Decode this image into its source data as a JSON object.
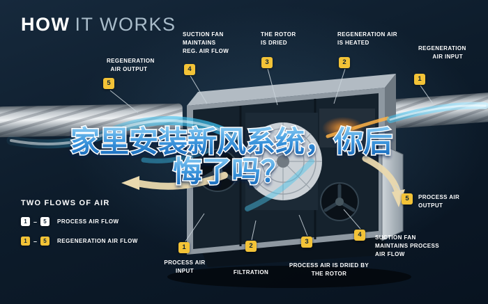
{
  "header": {
    "title_primary": "HOW",
    "title_secondary": "IT WORKS"
  },
  "overlay": {
    "line1": "家里安装新风系统，你后",
    "line2": "悔了吗？"
  },
  "flows": {
    "regeneration": {
      "name": "REGENERATION AIR FLOW",
      "steps": [
        {
          "num": "1",
          "label": "REGENERATION AIR INPUT"
        },
        {
          "num": "2",
          "label": "REGENERATION AIR IS HEATED"
        },
        {
          "num": "3",
          "label": "THE ROTOR IS DRIED"
        },
        {
          "num": "4",
          "label": "SUCTION FAN MAINTAINS REG. AIR FLOW"
        },
        {
          "num": "5",
          "label": "REGENERATION AIR OUTPUT"
        }
      ]
    },
    "process": {
      "name": "PROCESS AIR FLOW",
      "steps": [
        {
          "num": "1",
          "label": "PROCESS AIR INPUT"
        },
        {
          "num": "2",
          "label": "FILTRATION"
        },
        {
          "num": "3",
          "label": "PROCESS AIR IS DRIED BY THE ROTOR"
        },
        {
          "num": "4",
          "label": "SUCTION FAN MAINTAINS PROCESS AIR FLOW"
        },
        {
          "num": "5",
          "label": "PROCESS AIR OUTPUT"
        }
      ]
    }
  },
  "legend": {
    "title": "TWO FLOWS OF AIR",
    "separator": "–",
    "rows": [
      {
        "start": "1",
        "end": "5",
        "label": "PROCESS AIR FLOW",
        "badge_style": "white"
      },
      {
        "start": "1",
        "end": "5",
        "label": "REGENERATION AIR FLOW",
        "badge_style": "yellow"
      }
    ]
  },
  "colors": {
    "background": "#0d1c2b",
    "badge_yellow": "#f3c337",
    "badge_number": "#0e2233",
    "air_cyan": "#3cc0ef",
    "air_beige": "#ead9ae",
    "heater_orange": "#ff9f3c",
    "overlay_blue": "#2e86d4"
  }
}
